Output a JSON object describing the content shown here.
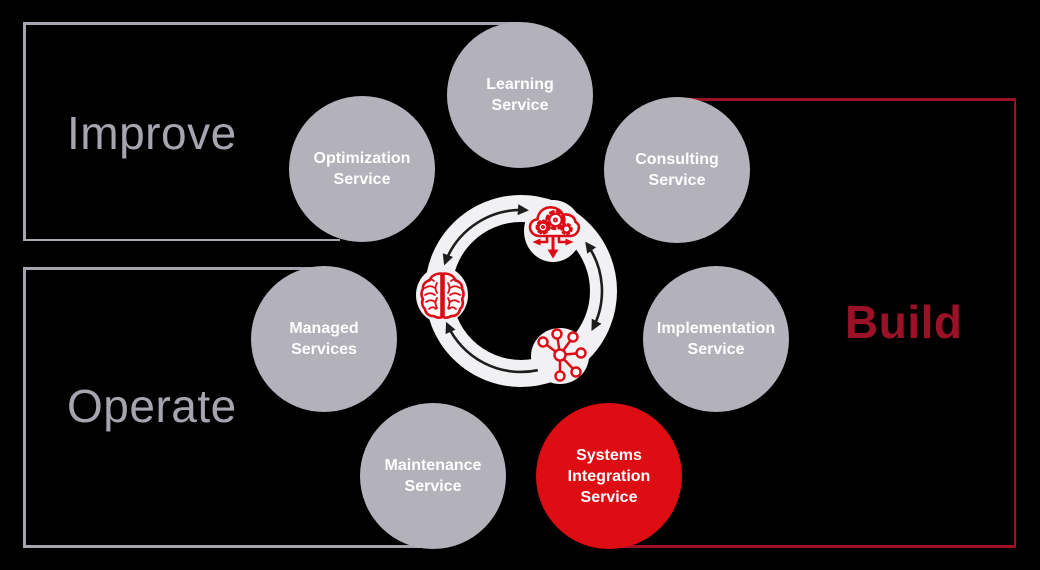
{
  "regions": {
    "improve": {
      "label": "Improve"
    },
    "operate": {
      "label": "Operate"
    },
    "build": {
      "label": "Build"
    }
  },
  "services": {
    "learning": {
      "lines": [
        "Learning",
        "Service"
      ]
    },
    "consulting": {
      "lines": [
        "Consulting",
        "Service"
      ]
    },
    "implementation": {
      "lines": [
        "Implementation",
        "Service"
      ]
    },
    "systems_integration": {
      "lines": [
        "Systems",
        "Integration",
        "Service"
      ]
    },
    "maintenance": {
      "lines": [
        "Maintenance",
        "Service"
      ]
    },
    "managed": {
      "lines": [
        "Managed",
        "Services"
      ]
    },
    "optimization": {
      "lines": [
        "Optimization",
        "Service"
      ]
    }
  },
  "center": {
    "icons": [
      "cloud-gears-deploy-icon",
      "brain-icon",
      "network-nodes-icon"
    ],
    "motif": "circular-lifecycle-arrows"
  },
  "colors": {
    "background": "#000000",
    "circle_gray": "#b3b1ba",
    "circle_red": "#de0c13",
    "outline_gray": "#a6a4ae",
    "build_red": "#9b1126",
    "icon_red": "#dd0b16",
    "ring_white": "#f1f0f3",
    "arrow_black": "#1d1d1d",
    "label_white": "#ffffff"
  }
}
